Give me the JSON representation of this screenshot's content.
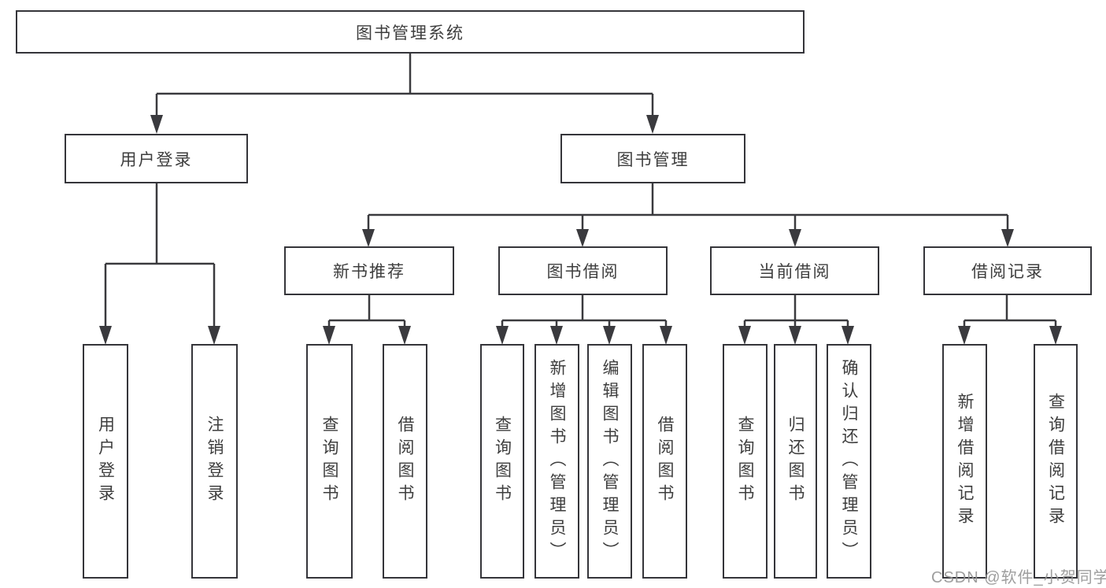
{
  "colors": {
    "line": "#3a3a3e",
    "box_border": "#35353a",
    "box_fill": "#ffffff",
    "text": "#3e3e3e",
    "watermark": "#969696",
    "background": "#ffffff"
  },
  "watermark": {
    "text": "CSDN @软件_小贺同学"
  },
  "tree": {
    "root": {
      "label": "图书管理系统"
    },
    "branches": [
      {
        "label": "用户登录",
        "children": [
          {
            "label": "用户登录"
          },
          {
            "label": "注销登录"
          }
        ]
      },
      {
        "label": "图书管理",
        "children": [
          {
            "label": "新书推荐",
            "children": [
              {
                "label": "查询图书"
              },
              {
                "label": "借阅图书"
              }
            ]
          },
          {
            "label": "图书借阅",
            "children": [
              {
                "label": "查询图书"
              },
              {
                "label": "新增图书（管理员）"
              },
              {
                "label": "编辑图书（管理员）"
              },
              {
                "label": "借阅图书"
              }
            ]
          },
          {
            "label": "当前借阅",
            "children": [
              {
                "label": "查询图书"
              },
              {
                "label": "归还图书"
              },
              {
                "label": "确认归还（管理员）"
              }
            ]
          },
          {
            "label": "借阅记录",
            "children": [
              {
                "label": "新增借阅记录"
              },
              {
                "label": "查询借阅记录"
              }
            ]
          }
        ]
      }
    ]
  }
}
